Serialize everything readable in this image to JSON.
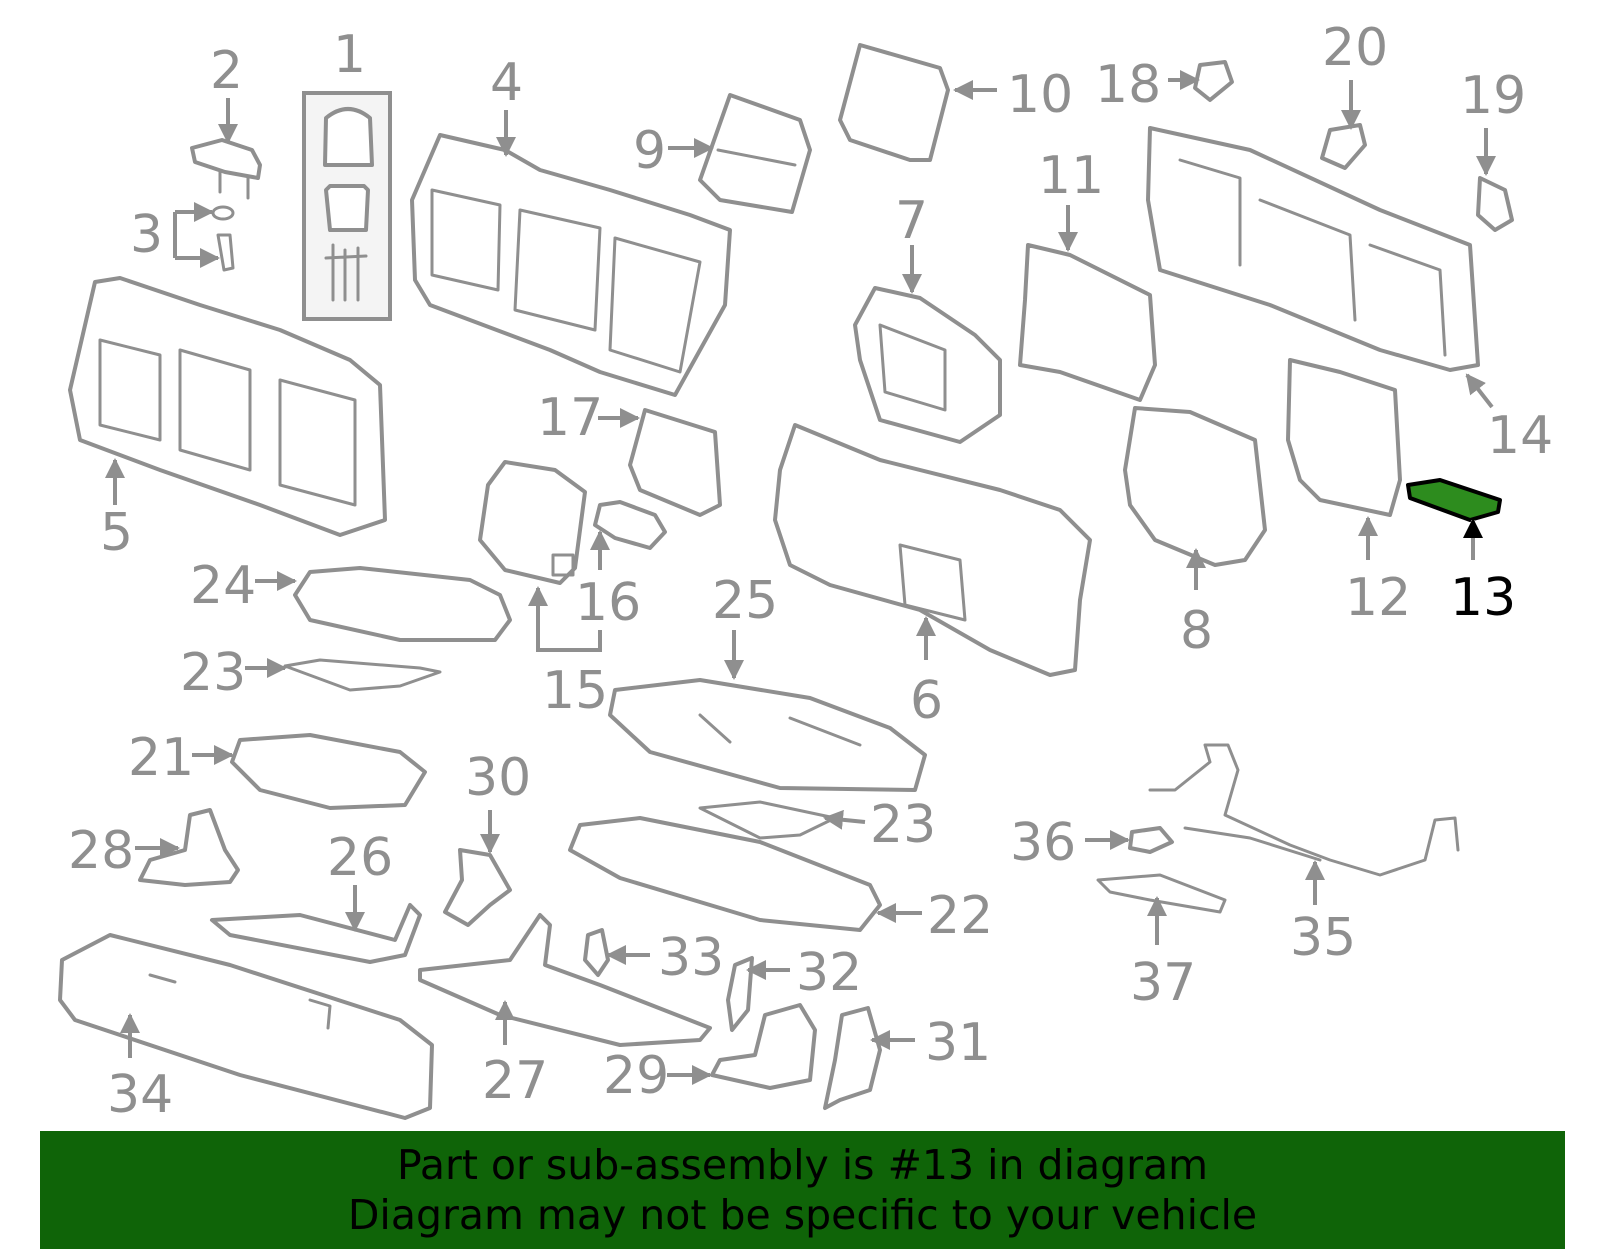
{
  "diagram": {
    "highlight_color": "#2d8c1e",
    "highlighted_callout": "13",
    "callouts": [
      "1",
      "2",
      "3",
      "4",
      "5",
      "6",
      "7",
      "8",
      "9",
      "10",
      "11",
      "12",
      "13",
      "14",
      "15",
      "16",
      "17",
      "18",
      "19",
      "20",
      "21",
      "22",
      "23",
      "24",
      "25",
      "26",
      "27",
      "28",
      "29",
      "30",
      "31",
      "32",
      "33",
      "34",
      "35",
      "36",
      "37"
    ],
    "extra_callout_23": "23"
  },
  "banner": {
    "color": "#0f6408",
    "line1": "Part or sub-assembly is #13 in diagram",
    "line2": "Diagram may not be specific to your vehicle"
  }
}
